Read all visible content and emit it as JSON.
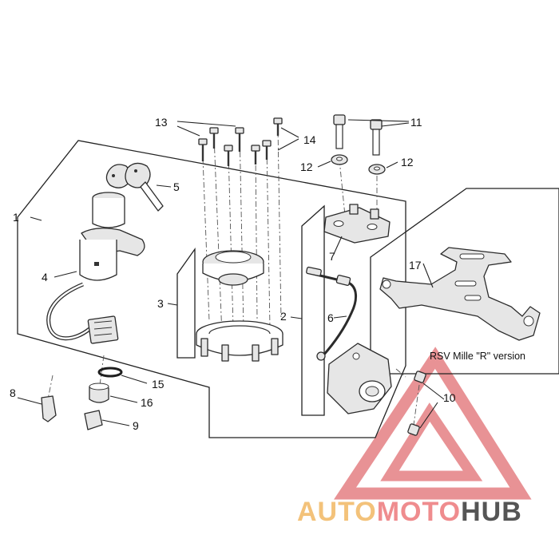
{
  "callouts": {
    "c1": "1",
    "c2": "2",
    "c3": "3",
    "c4": "4",
    "c5": "5",
    "c6": "6",
    "c7": "7",
    "c8": "8",
    "c9": "9",
    "c10": "10",
    "c11": "11",
    "c12a": "12",
    "c12b": "12",
    "c13": "13",
    "c14": "14",
    "c15": "15",
    "c16": "16",
    "c17": "17"
  },
  "version_note": "RSV Mille \"R\" version",
  "watermark": {
    "part1": "AUTO",
    "part2": "MOTO",
    "part3": "HUB",
    "colors": {
      "auto": "#f3c27a",
      "moto": "#ef8c8e",
      "hub": "#555555",
      "triangle": "#e47f82"
    }
  }
}
